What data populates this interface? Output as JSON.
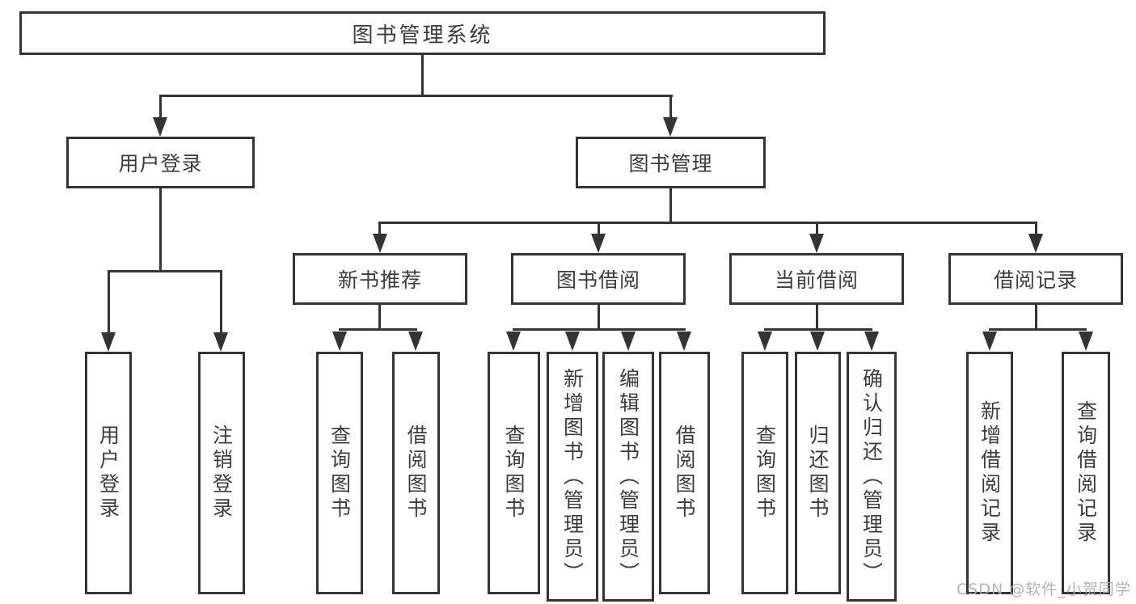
{
  "tree": {
    "root": {
      "label": "图书管理系统"
    },
    "branches": [
      {
        "label": "用户登录",
        "children": [
          "用户登录",
          "注销登录"
        ]
      },
      {
        "label": "图书管理",
        "children": [
          {
            "label": "新书推荐",
            "children": [
              "查询图书",
              "借阅图书"
            ]
          },
          {
            "label": "图书借阅",
            "children": [
              "查询图书",
              "新增图书（管理员）",
              "编辑图书（管理员）",
              "借阅图书"
            ]
          },
          {
            "label": "当前借阅",
            "children": [
              "查询图书",
              "归还图书",
              "确认归还（管理员）"
            ]
          },
          {
            "label": "借阅记录",
            "children": [
              "新增借阅记录",
              "查询借阅记录"
            ]
          }
        ]
      }
    ]
  },
  "watermark": {
    "text": "CSDN @软件_小贺同学"
  },
  "colors": {
    "line": "#343434",
    "text": "#3c3c3c",
    "background": "#ffffff",
    "watermark": "#a8adb4"
  }
}
